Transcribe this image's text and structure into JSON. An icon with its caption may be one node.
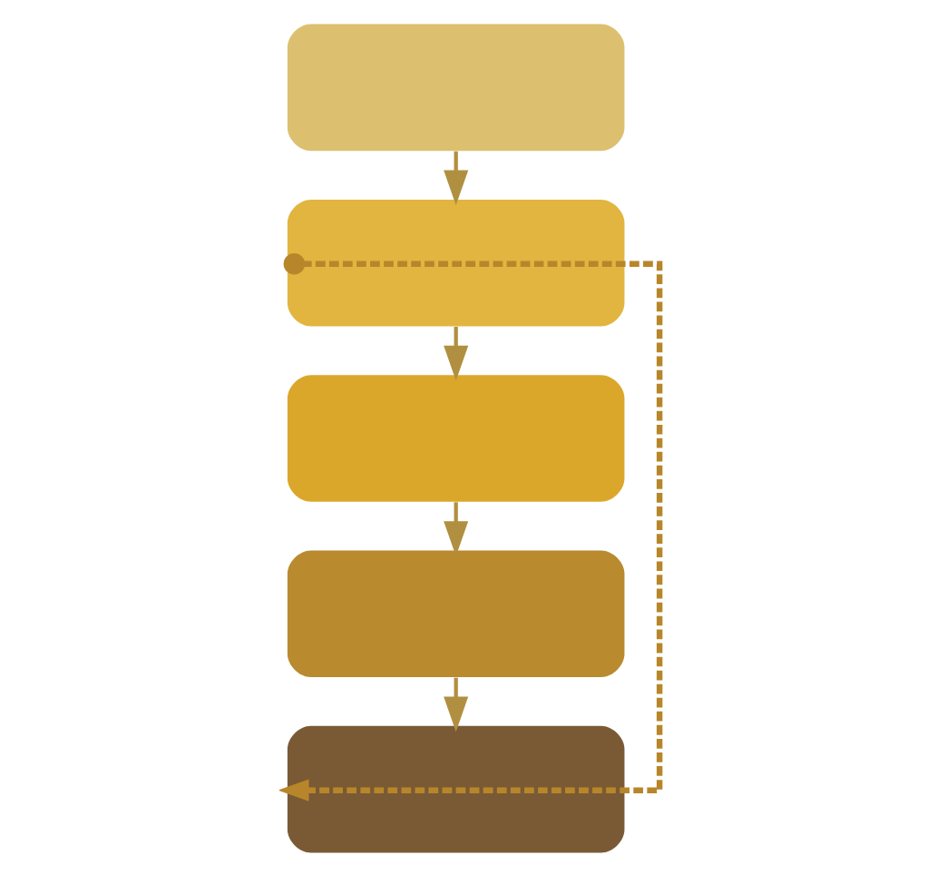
{
  "diagram": {
    "nodes": [
      {
        "text": [],
        "shape": "box"
      },
      {
        "text": [],
        "shape": "box"
      },
      {
        "text": [],
        "shape": "box"
      },
      {
        "text": [],
        "shape": "box"
      },
      {
        "text": [],
        "shape": "box"
      }
    ],
    "edges": [
      {
        "from": 0,
        "to": 1,
        "arrow": "to"
      },
      {
        "from": 1,
        "to": 2,
        "arrow": "to"
      },
      {
        "from": 2,
        "to": 3,
        "arrow": "to"
      },
      {
        "from": 3,
        "to": 4,
        "arrow": "to"
      },
      {
        "from": 1,
        "to": 4,
        "arrow": "to",
        "style": "dashed",
        "color": "#b8862a"
      }
    ]
  }
}
